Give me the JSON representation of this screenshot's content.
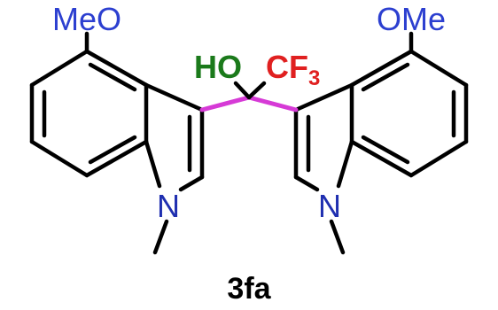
{
  "compound": {
    "id": "3fa"
  },
  "labels": {
    "methoxy_left": "MeO",
    "methoxy_right": "OMe",
    "hydroxyl": "HO",
    "trifluoromethyl_main": "CF",
    "trifluoromethyl_sub": "3",
    "nitrogen_left": "N",
    "nitrogen_right": "N"
  },
  "colors": {
    "bond": "#000000",
    "methoxy": "#2c3fd0",
    "nitrogen": "#1f2fb0",
    "hydroxyl": "#1b7a1b",
    "trifluoromethyl": "#e02020",
    "highlight_bond": "#d63ad6",
    "compound_id": "#000000"
  }
}
